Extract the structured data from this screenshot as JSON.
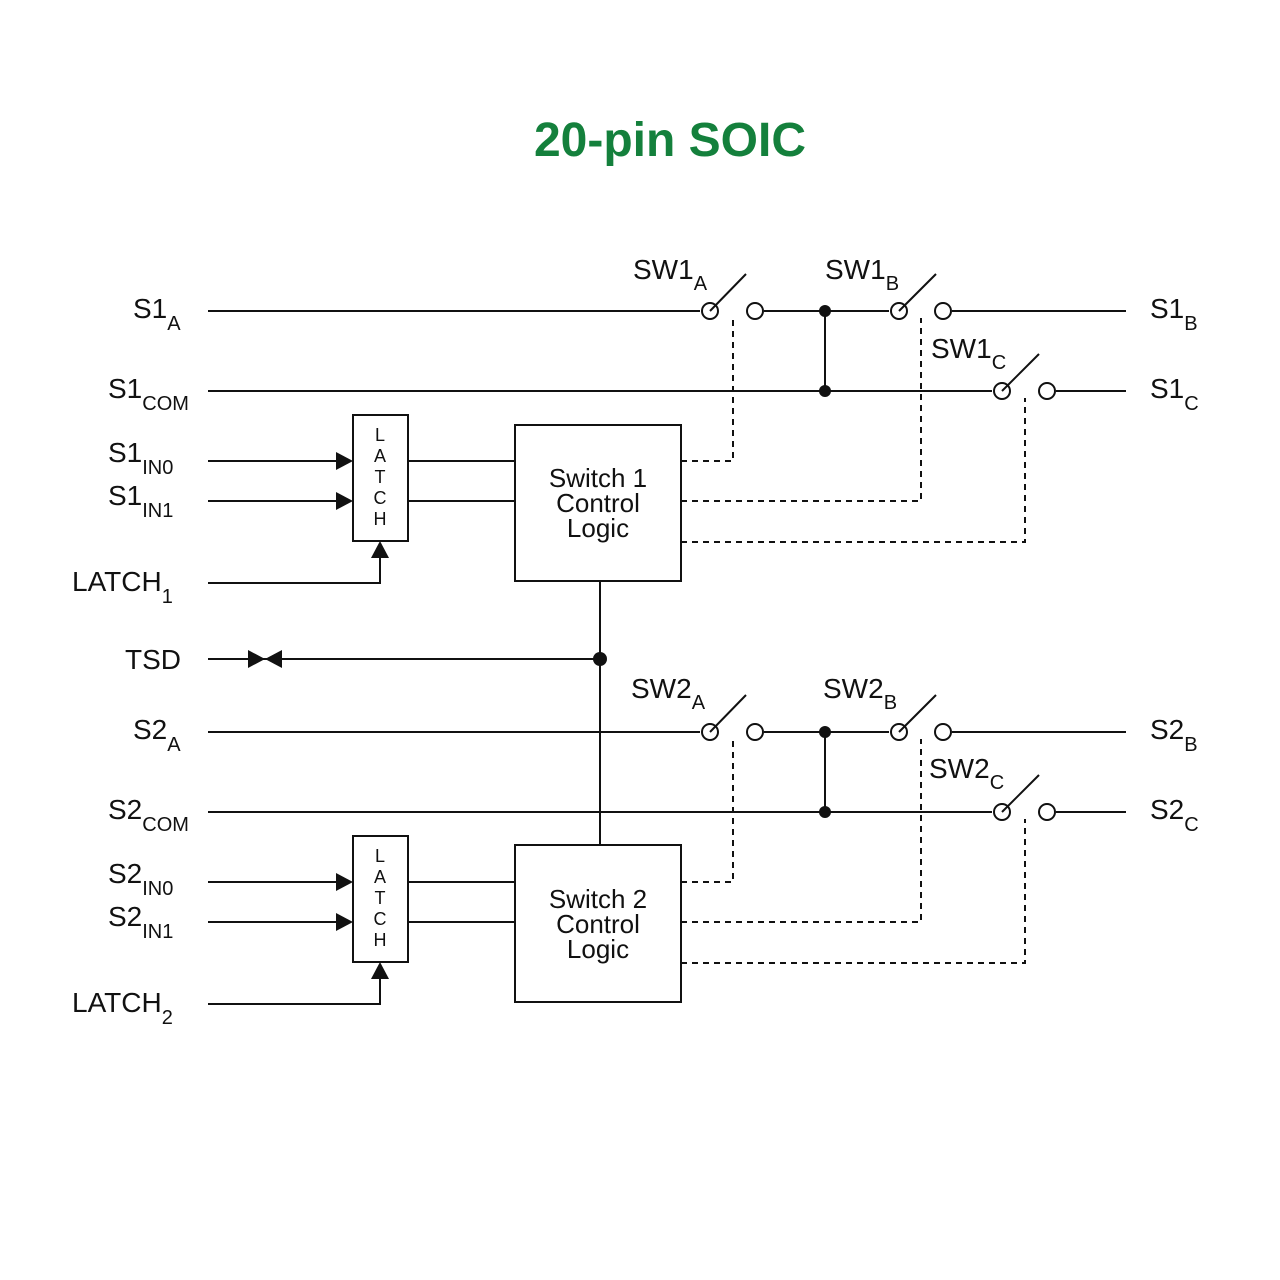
{
  "title": "20-pin SOIC",
  "pins": {
    "s1a": {
      "main": "S1",
      "sub": "A"
    },
    "s1com": {
      "main": "S1",
      "sub": "COM"
    },
    "s1in0": {
      "main": "S1",
      "sub": "IN0"
    },
    "s1in1": {
      "main": "S1",
      "sub": "IN1"
    },
    "latch1": {
      "main": "LATCH",
      "sub": "1"
    },
    "tsd": {
      "main": "TSD"
    },
    "s2a": {
      "main": "S2",
      "sub": "A"
    },
    "s2com": {
      "main": "S2",
      "sub": "COM"
    },
    "s2in0": {
      "main": "S2",
      "sub": "IN0"
    },
    "s2in1": {
      "main": "S2",
      "sub": "IN1"
    },
    "latch2": {
      "main": "LATCH",
      "sub": "2"
    },
    "s1b": {
      "main": "S1",
      "sub": "B"
    },
    "s1c": {
      "main": "S1",
      "sub": "C"
    },
    "s2b": {
      "main": "S2",
      "sub": "B"
    },
    "s2c": {
      "main": "S2",
      "sub": "C"
    }
  },
  "switches": {
    "sw1a": {
      "main": "SW1",
      "sub": "A"
    },
    "sw1b": {
      "main": "SW1",
      "sub": "B"
    },
    "sw1c": {
      "main": "SW1",
      "sub": "C"
    },
    "sw2a": {
      "main": "SW2",
      "sub": "A"
    },
    "sw2b": {
      "main": "SW2",
      "sub": "B"
    },
    "sw2c": {
      "main": "SW2",
      "sub": "C"
    }
  },
  "latch_letters": [
    "L",
    "A",
    "T",
    "C",
    "H"
  ],
  "logic1": [
    "Switch 1",
    "Control",
    "Logic"
  ],
  "logic2": [
    "Switch 2",
    "Control",
    "Logic"
  ],
  "colors": {
    "title": "#14803c",
    "line": "#111111"
  }
}
